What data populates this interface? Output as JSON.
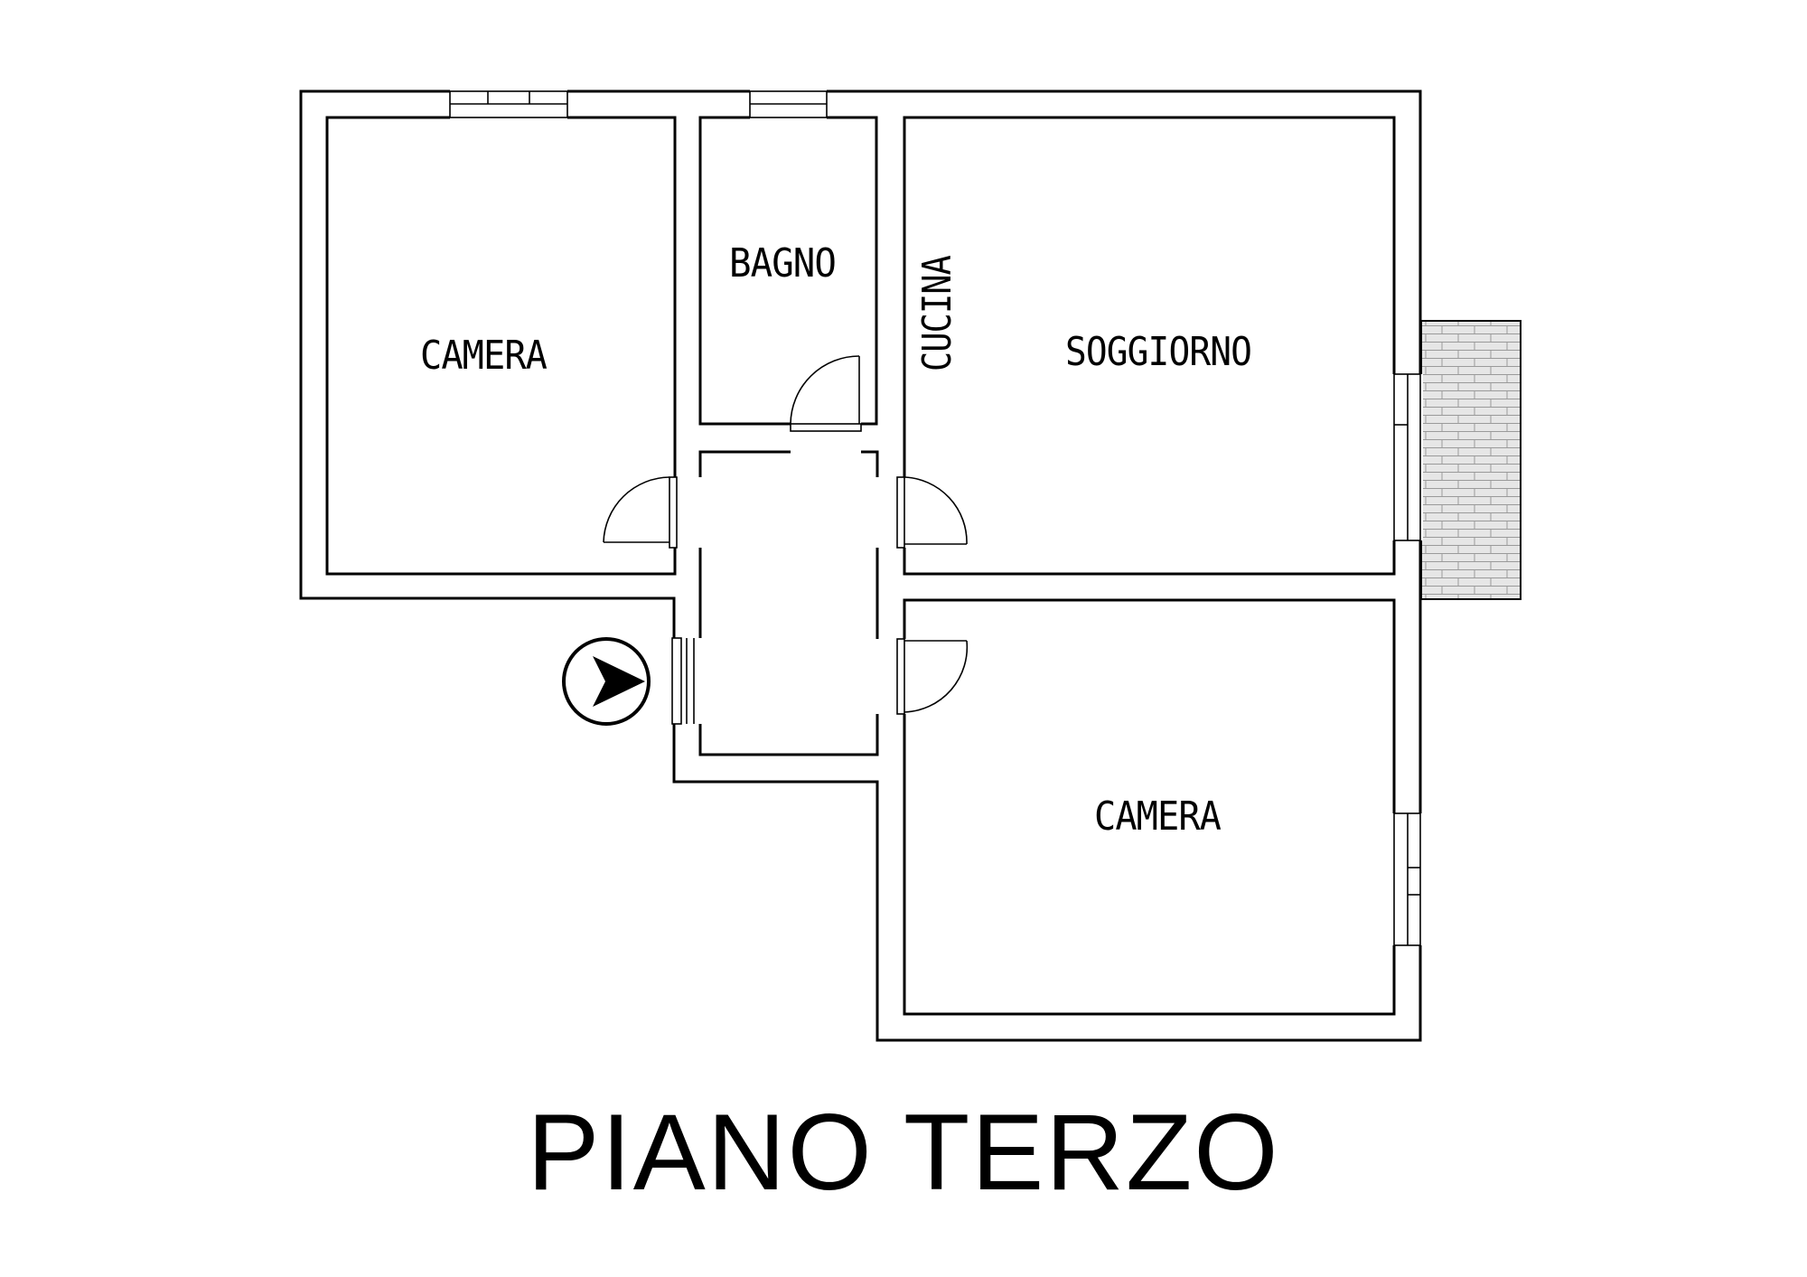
{
  "floor_title": "PIANO TERZO",
  "rooms": {
    "camera_top_left": "CAMERA",
    "bagno": "BAGNO",
    "cucina": "CUCINA",
    "soggiorno": "SOGGIORNO",
    "camera_bottom_right": "CAMERA"
  },
  "icons": {
    "entrance": "entrance-arrow-icon"
  },
  "colors": {
    "line": "#000000",
    "balcony_fill": "#e6e6e6",
    "background": "#ffffff"
  }
}
